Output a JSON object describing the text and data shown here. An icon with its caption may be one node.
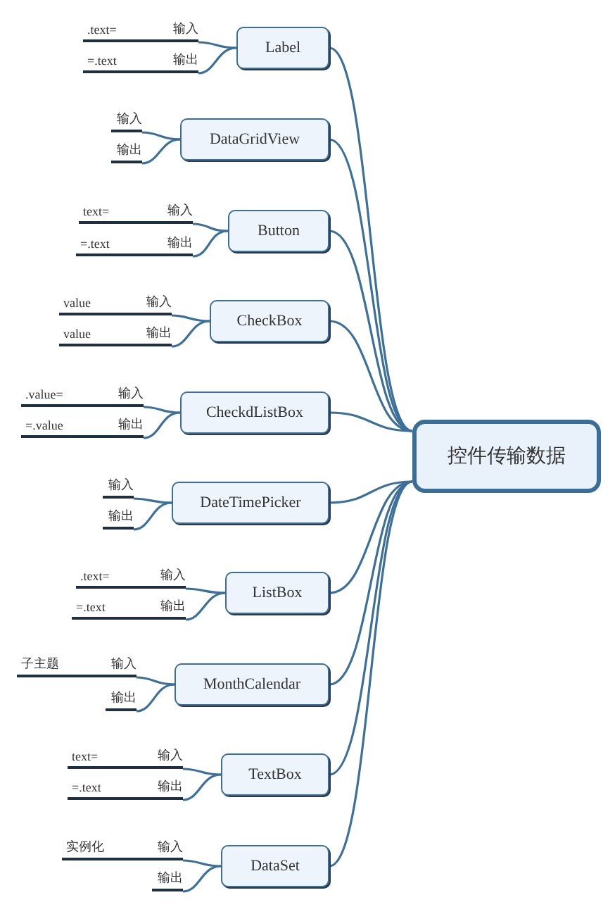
{
  "diagram": {
    "nodes": [
      {
        "text": [
          "控件传输数据"
        ]
      },
      {
        "text": [
          "Label"
        ]
      },
      {
        "text": [
          "输入"
        ]
      },
      {
        "text": [
          ".text="
        ]
      },
      {
        "text": [
          "输出"
        ]
      },
      {
        "text": [
          "=.text"
        ]
      },
      {
        "text": [
          "DataGridView"
        ]
      },
      {
        "text": [
          "输入"
        ]
      },
      {
        "text": [
          "输出"
        ]
      },
      {
        "text": [
          "Button"
        ]
      },
      {
        "text": [
          "输入"
        ]
      },
      {
        "text": [
          "text="
        ]
      },
      {
        "text": [
          "输出"
        ]
      },
      {
        "text": [
          "=.text"
        ]
      },
      {
        "text": [
          "CheckBox"
        ]
      },
      {
        "text": [
          "输入"
        ]
      },
      {
        "text": [
          "value"
        ]
      },
      {
        "text": [
          "输出"
        ]
      },
      {
        "text": [
          "value"
        ]
      },
      {
        "text": [
          "CheckdListBox"
        ]
      },
      {
        "text": [
          "输入"
        ]
      },
      {
        "text": [
          ".value="
        ]
      },
      {
        "text": [
          "输出"
        ]
      },
      {
        "text": [
          "=.value"
        ]
      },
      {
        "text": [
          "DateTimePicker"
        ]
      },
      {
        "text": [
          "输入"
        ]
      },
      {
        "text": [
          "输出"
        ]
      },
      {
        "text": [
          "ListBox"
        ]
      },
      {
        "text": [
          "输入"
        ]
      },
      {
        "text": [
          ".text="
        ]
      },
      {
        "text": [
          "输出"
        ]
      },
      {
        "text": [
          "=.text"
        ]
      },
      {
        "text": [
          "MonthCalendar"
        ]
      },
      {
        "text": [
          "输入"
        ]
      },
      {
        "text": [
          "子主题"
        ]
      },
      {
        "text": [
          "输出"
        ]
      },
      {
        "text": [
          "TextBox"
        ]
      },
      {
        "text": [
          "输入"
        ]
      },
      {
        "text": [
          "text="
        ]
      },
      {
        "text": [
          "输出"
        ]
      },
      {
        "text": [
          "=.text"
        ]
      },
      {
        "text": [
          "DataSet"
        ]
      },
      {
        "text": [
          "输入"
        ]
      },
      {
        "text": [
          "实例化"
        ]
      },
      {
        "text": [
          "输出"
        ]
      }
    ],
    "edges": [
      {
        "from": 0,
        "to": 1,
        "arrow": "none"
      },
      {
        "from": 1,
        "to": 2,
        "arrow": "none"
      },
      {
        "from": 2,
        "to": 3,
        "arrow": "none"
      },
      {
        "from": 1,
        "to": 4,
        "arrow": "none"
      },
      {
        "from": 4,
        "to": 5,
        "arrow": "none"
      },
      {
        "from": 0,
        "to": 6,
        "arrow": "none"
      },
      {
        "from": 6,
        "to": 7,
        "arrow": "none"
      },
      {
        "from": 6,
        "to": 8,
        "arrow": "none"
      },
      {
        "from": 0,
        "to": 9,
        "arrow": "none"
      },
      {
        "from": 9,
        "to": 10,
        "arrow": "none"
      },
      {
        "from": 10,
        "to": 11,
        "arrow": "none"
      },
      {
        "from": 9,
        "to": 12,
        "arrow": "none"
      },
      {
        "from": 12,
        "to": 13,
        "arrow": "none"
      },
      {
        "from": 0,
        "to": 14,
        "arrow": "none"
      },
      {
        "from": 14,
        "to": 15,
        "arrow": "none"
      },
      {
        "from": 15,
        "to": 16,
        "arrow": "none"
      },
      {
        "from": 14,
        "to": 17,
        "arrow": "none"
      },
      {
        "from": 17,
        "to": 18,
        "arrow": "none"
      },
      {
        "from": 0,
        "to": 19,
        "arrow": "none"
      },
      {
        "from": 19,
        "to": 20,
        "arrow": "none"
      },
      {
        "from": 20,
        "to": 21,
        "arrow": "none"
      },
      {
        "from": 19,
        "to": 22,
        "arrow": "none"
      },
      {
        "from": 22,
        "to": 23,
        "arrow": "none"
      },
      {
        "from": 0,
        "to": 24,
        "arrow": "none"
      },
      {
        "from": 24,
        "to": 25,
        "arrow": "none"
      },
      {
        "from": 24,
        "to": 26,
        "arrow": "none"
      },
      {
        "from": 0,
        "to": 27,
        "arrow": "none"
      },
      {
        "from": 27,
        "to": 28,
        "arrow": "none"
      },
      {
        "from": 28,
        "to": 29,
        "arrow": "none"
      },
      {
        "from": 27,
        "to": 30,
        "arrow": "none"
      },
      {
        "from": 30,
        "to": 31,
        "arrow": "none"
      },
      {
        "from": 0,
        "to": 32,
        "arrow": "none"
      },
      {
        "from": 32,
        "to": 33,
        "arrow": "none"
      },
      {
        "from": 33,
        "to": 34,
        "arrow": "none"
      },
      {
        "from": 32,
        "to": 35,
        "arrow": "none"
      },
      {
        "from": 0,
        "to": 36,
        "arrow": "none"
      },
      {
        "from": 36,
        "to": 37,
        "arrow": "none"
      },
      {
        "from": 37,
        "to": 38,
        "arrow": "none"
      },
      {
        "from": 36,
        "to": 39,
        "arrow": "none"
      },
      {
        "from": 39,
        "to": 40,
        "arrow": "none"
      },
      {
        "from": 0,
        "to": 41,
        "arrow": "none"
      },
      {
        "from": 41,
        "to": 42,
        "arrow": "none"
      },
      {
        "from": 42,
        "to": 43,
        "arrow": "none"
      },
      {
        "from": 41,
        "to": 44,
        "arrow": "none"
      }
    ]
  }
}
